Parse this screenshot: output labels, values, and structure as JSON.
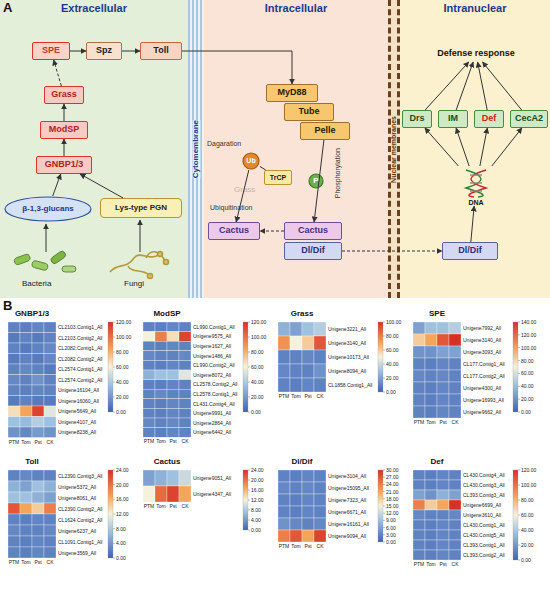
{
  "diagram": {
    "nodes": [
      {
        "text": [
          "Extracellular"
        ]
      },
      {
        "text": [
          "SPE"
        ],
        "in": 0
      },
      {
        "text": [
          "Spz"
        ],
        "in": 0
      },
      {
        "text": [
          "Toll"
        ],
        "in": 0
      },
      {
        "text": [
          "Grass"
        ],
        "in": 0
      },
      {
        "text": [
          "ModSP"
        ],
        "in": 0
      },
      {
        "text": [
          "GNBP1/3"
        ],
        "in": 0
      },
      {
        "text": [
          "β-1,3-glucans"
        ],
        "in": 0
      },
      {
        "text": [
          "Lys-type PGN"
        ],
        "in": 0
      },
      {
        "text": [
          "Cytomembrane"
        ]
      },
      {
        "text": [
          "Intracellular"
        ]
      },
      {
        "text": [
          "MyD88"
        ],
        "in": 10
      },
      {
        "text": [
          "Tube"
        ],
        "in": 10
      },
      {
        "text": [
          "Pelle"
        ],
        "in": 10
      },
      {
        "text": [
          "Ub"
        ],
        "in": 10
      },
      {
        "text": [
          "TrCP"
        ],
        "in": 10
      },
      {
        "text": [
          "P"
        ],
        "in": 10
      },
      {
        "text": [
          "Cactus"
        ],
        "in": 10
      },
      {
        "text": [
          "Cactus"
        ],
        "in": 10
      },
      {
        "text": [
          "Dl/Dif"
        ],
        "in": 10
      },
      {
        "text": [
          "Nuclear membranes"
        ]
      },
      {
        "text": [
          "Intranuclear"
        ]
      },
      {
        "text": [
          "Defense response"
        ],
        "in": 21
      },
      {
        "text": [
          "Drs"
        ],
        "in": 21
      },
      {
        "text": [
          "IM"
        ],
        "in": 21
      },
      {
        "text": [
          "Def"
        ],
        "in": 21
      },
      {
        "text": [
          "CecA2"
        ],
        "in": 21
      },
      {
        "text": [
          "DNA"
        ],
        "in": 21
      },
      {
        "text": [
          "Dl/Dif"
        ],
        "in": 21
      }
    ],
    "edges": [
      {
        "from": 1,
        "to": 2,
        "arrow": "to"
      },
      {
        "from": 2,
        "to": 3,
        "arrow": "to"
      },
      {
        "from": 4,
        "to": 1,
        "arrow": "to"
      },
      {
        "from": 5,
        "to": 4,
        "arrow": "to"
      },
      {
        "from": 6,
        "to": 5,
        "arrow": "to"
      },
      {
        "from": 7,
        "to": 6,
        "arrow": "to"
      },
      {
        "from": 8,
        "to": 6,
        "arrow": "to"
      },
      {
        "from": 3,
        "to": 11,
        "arrow": "to"
      },
      {
        "from": 13,
        "to": 18,
        "arrow": "to"
      },
      {
        "from": 18,
        "to": 17,
        "arrow": "to"
      },
      {
        "from": 15,
        "to": 14,
        "arrow": "none"
      },
      {
        "from": 14,
        "to": 17,
        "arrow": "to"
      },
      {
        "from": 19,
        "to": 28,
        "arrow": "to"
      },
      {
        "from": 28,
        "to": 27,
        "arrow": "to"
      },
      {
        "from": 27,
        "to": 23,
        "arrow": "to"
      },
      {
        "from": 27,
        "to": 24,
        "arrow": "to"
      },
      {
        "from": 27,
        "to": 25,
        "arrow": "to"
      },
      {
        "from": 27,
        "to": 26,
        "arrow": "to"
      },
      {
        "from": 23,
        "to": 22,
        "arrow": "to"
      },
      {
        "from": 24,
        "to": 22,
        "arrow": "to"
      },
      {
        "from": 25,
        "to": 22,
        "arrow": "to"
      },
      {
        "from": 26,
        "to": 22,
        "arrow": "to"
      }
    ],
    "labels": [
      "A",
      "Dagaration",
      "Ubiquitination",
      "Phosphorylation",
      "Grass",
      "Bacteria",
      "Fungi",
      "B",
      "GNBP1/3",
      "CL2103.Contig1_All",
      "CL2103.Contig2_All",
      "CL2082.Contig1_All",
      "CL2082.Contig2_All",
      "CL2574.Contig1_All",
      "CL2574.Contig2_All",
      "Unigene16104_All",
      "Unigene16060_All",
      "Unigene5649_All",
      "Unigene4107_All",
      "Unigene8238_All",
      "PTM",
      "Tom",
      "Pst",
      "CK",
      "120.00",
      "100.00",
      "80.00",
      "60.00",
      "40.00",
      "20.00",
      "0.00",
      "ModSP",
      "CL990.Contig1_All",
      "Unigene9575_All",
      "Unigene1627_All",
      "Unigene1486_All",
      "CL990.Contig2_All",
      "Unigene8072_All",
      "CL2578.Contig2_All",
      "CL2578.Contig1_All",
      "CL431.Contig4_All",
      "Unigene9991_All",
      "Unigene2864_All",
      "Unigene6442_All",
      "PTM",
      "Tom",
      "Pst",
      "CK",
      "120.00",
      "100.00",
      "80.00",
      "60.00",
      "40.00",
      "20.00",
      "0.00",
      "Grass",
      "Unigene3221_All",
      "Unigene3140_All",
      "Unigene10173_All",
      "Unigene8094_All",
      "CL1858.Contig1_All",
      "PTM",
      "Tom",
      "Pst",
      "CK",
      "100.00",
      "80.00",
      "60.00",
      "40.00",
      "20.00",
      "0.00",
      "SPE",
      "Unigene7992_All",
      "Unigene3140_All",
      "Unigene3093_All",
      "CL177.Contig1_All",
      "CL177.Contig2_All",
      "Unigene4300_All",
      "Unigene16993_All",
      "Unigene9662_All",
      "PTM",
      "Tom",
      "Pst",
      "CK",
      "140.00",
      "120.00",
      "100.00",
      "80.00",
      "60.00",
      "40.00",
      "20.00",
      "0.00",
      "Toll",
      "CL2390.Contig3_All",
      "Unigene5372_All",
      "Unigene8061_All",
      "CL2390.Contig2_All",
      "CL1624.Contig2_All",
      "Unigene6237_All",
      "CL1091.Contig1_All",
      "Unigene3569_All",
      "PTM",
      "Tom",
      "Pst",
      "CK",
      "24.00",
      "20.00",
      "16.00",
      "12.00",
      "8.00",
      "4.00",
      "0.00",
      "Cactus",
      "Unigene9051_All",
      "Unigene4347_All",
      "PTM",
      "Tom",
      "Pst",
      "CK",
      "24.00",
      "20.00",
      "16.00",
      "12.00",
      "8.00",
      "4.00",
      "0.00",
      "Dl/Dif",
      "Unigene3104_All",
      "Unigene15095_All",
      "Unigene7323_All",
      "Unigene6671_All",
      "Unigene16161_All",
      "Unigene9094_All",
      "PTM",
      "Tom",
      "Pst",
      "CK",
      "30.00",
      "27.00",
      "24.00",
      "21.00",
      "18.00",
      "15.00",
      "12.00",
      "9.00",
      "6.00",
      "3.00",
      "0.00",
      "Def",
      "CL430.Contig4_All",
      "CL430.Contig3_All",
      "CL393.Contig3_All",
      "Unigene6699_All",
      "Unigene3610_All",
      "CL430.Contig1_All",
      "CL430.Contig5_All",
      "CL393.Contig1_All",
      "CL393.Contig2_All",
      "PTM",
      "Tom",
      "Pst",
      "CK",
      "120.00",
      "100.00",
      "80.00",
      "60.00",
      "40.00",
      "20.00",
      "0.00"
    ]
  }
}
